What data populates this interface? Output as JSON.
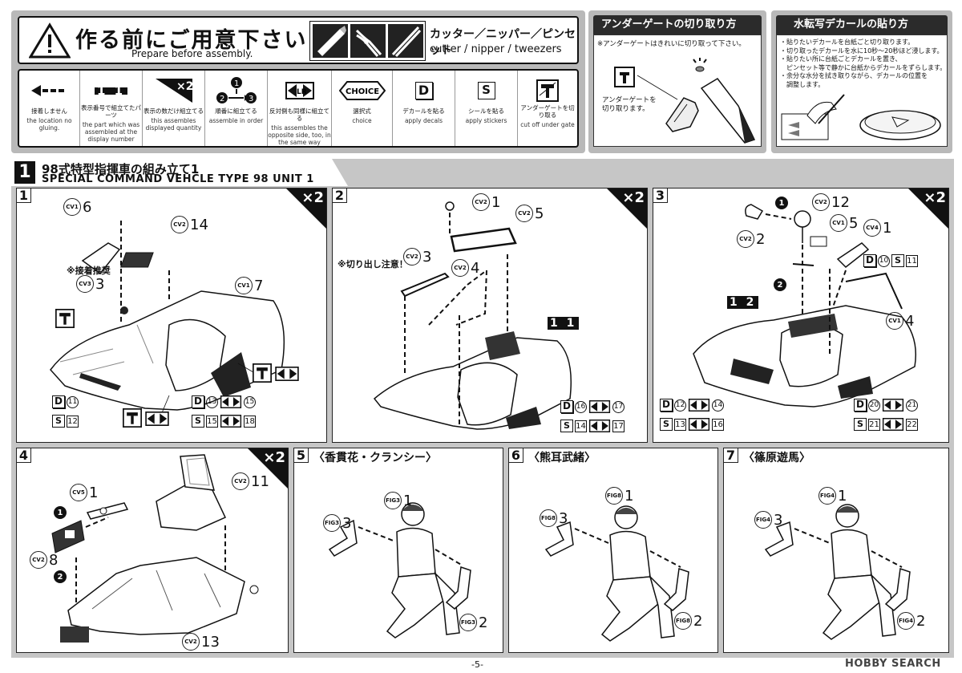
{
  "prepare": {
    "title_jp": "作る前にご用意下さい",
    "title_en": "Prepare before assembly.",
    "tools_jp": "カッター／ニッパー／ピンセット",
    "tools_en": "cutter / nipper / tweezers"
  },
  "legend": [
    {
      "icon": "no-glue-arrow-icon",
      "jp": "接着しません",
      "en": "the location no gluing."
    },
    {
      "icon": "part-number-badge-icon",
      "badge": "1 1",
      "jp": "表示番号で組立てたパーツ",
      "en": "the part which was assembled at the display number"
    },
    {
      "icon": "quantity-x2-icon",
      "badge": "×2",
      "jp": "表示の数だけ組立てる",
      "en": "this assembles displayed quantity"
    },
    {
      "icon": "order-numbers-icon",
      "jp": "順番に組立てる",
      "en": "assemble in order"
    },
    {
      "icon": "lr-mirror-icon",
      "jp": "反対側も同様に組立てる",
      "en": "this assembles the opposite side, too, in the same way"
    },
    {
      "icon": "choice-icon",
      "badge": "CHOICE",
      "jp": "選択式",
      "en": "choice"
    },
    {
      "icon": "decal-d-icon",
      "badge": "D",
      "jp": "デカールを貼る",
      "en": "apply decals"
    },
    {
      "icon": "sticker-s-icon",
      "badge": "S",
      "jp": "シールを貼る",
      "en": "apply stickers"
    },
    {
      "icon": "under-gate-icon",
      "jp": "アンダーゲートを切り取る",
      "en": "cut off under gate"
    }
  ],
  "under_gate": {
    "title": "アンダーゲートの切り取り方",
    "note": "※アンダーゲートはきれいに切り取って下さい。",
    "caption": "アンダーゲートを切り取ります。"
  },
  "water_decal": {
    "title": "水転写デカールの貼り方",
    "steps": [
      "・貼りたいデカールを台紙ごと切り取ります。",
      "・切り取ったデカールを水に10秒〜20秒ほど浸します。",
      "・貼りたい所に台紙ごとデカールを置き、",
      "　ピンセット等で静かに台紙からデカールをずらします。",
      "・余分な水分を拭き取りながら、デカールの位置を",
      "　調整します。"
    ]
  },
  "section": {
    "number": "1",
    "title_jp": "98式特型指揮車の組み立て1",
    "title_en": "SPECIAL COMMAND VEHCLE TYPE 98 UNIT 1"
  },
  "steps": [
    {
      "num": "1",
      "qty": "×2",
      "parts": [
        {
          "code": "CV1",
          "n": "6"
        },
        {
          "code": "CV2",
          "n": "14"
        },
        {
          "code": "CV3",
          "n": "3"
        },
        {
          "code": "CV1",
          "n": "7"
        }
      ],
      "note": "※接着推奨",
      "refs": {
        "d1": "11",
        "s1": "12",
        "d2": "13",
        "d2b": "15",
        "s2": "15",
        "s2b": "18"
      }
    },
    {
      "num": "2",
      "qty": "×2",
      "parts": [
        {
          "code": "CV2",
          "n": "1"
        },
        {
          "code": "CV2",
          "n": "5"
        },
        {
          "code": "CV2",
          "n": "3"
        },
        {
          "code": "CV2",
          "n": "4"
        }
      ],
      "note": "※切り出し注意！",
      "sub": "1 1",
      "refs": {
        "d1": "16",
        "d1b": "17",
        "s1": "14",
        "s1b": "17"
      }
    },
    {
      "num": "3",
      "qty": "×2",
      "parts": [
        {
          "code": "CV2",
          "n": "12"
        },
        {
          "code": "CV2",
          "n": "2"
        },
        {
          "code": "CV1",
          "n": "5"
        },
        {
          "code": "CV4",
          "n": "1"
        },
        {
          "code": "CV1",
          "n": "4"
        }
      ],
      "sub": "1 2",
      "refs": {
        "dtop": "10",
        "stop": "11",
        "d1": "12",
        "d1b": "14",
        "s1": "13",
        "s1b": "16",
        "d2": "20",
        "d2b": "21",
        "s2": "21",
        "s2b": "22"
      }
    },
    {
      "num": "4",
      "qty": "×2",
      "parts": [
        {
          "code": "CV5",
          "n": "1"
        },
        {
          "code": "CV2",
          "n": "11"
        },
        {
          "code": "CV2",
          "n": "8"
        },
        {
          "code": "CV2",
          "n": "13"
        }
      ]
    },
    {
      "num": "5",
      "label": "〈香貫花・クランシー〉",
      "parts": [
        {
          "code": "FIG3",
          "n": "1"
        },
        {
          "code": "FIG3",
          "n": "3"
        },
        {
          "code": "FIG3",
          "n": "2"
        }
      ]
    },
    {
      "num": "6",
      "label": "〈熊耳武緒〉",
      "parts": [
        {
          "code": "FIG8",
          "n": "1"
        },
        {
          "code": "FIG8",
          "n": "3"
        },
        {
          "code": "FIG8",
          "n": "2"
        }
      ]
    },
    {
      "num": "7",
      "label": "〈篠原遊馬〉",
      "parts": [
        {
          "code": "FIG4",
          "n": "1"
        },
        {
          "code": "FIG4",
          "n": "3"
        },
        {
          "code": "FIG4",
          "n": "2"
        }
      ]
    }
  ],
  "order_labels": [
    "1",
    "2"
  ],
  "page_number": "-5-",
  "watermark": "HOBBY SEARCH"
}
